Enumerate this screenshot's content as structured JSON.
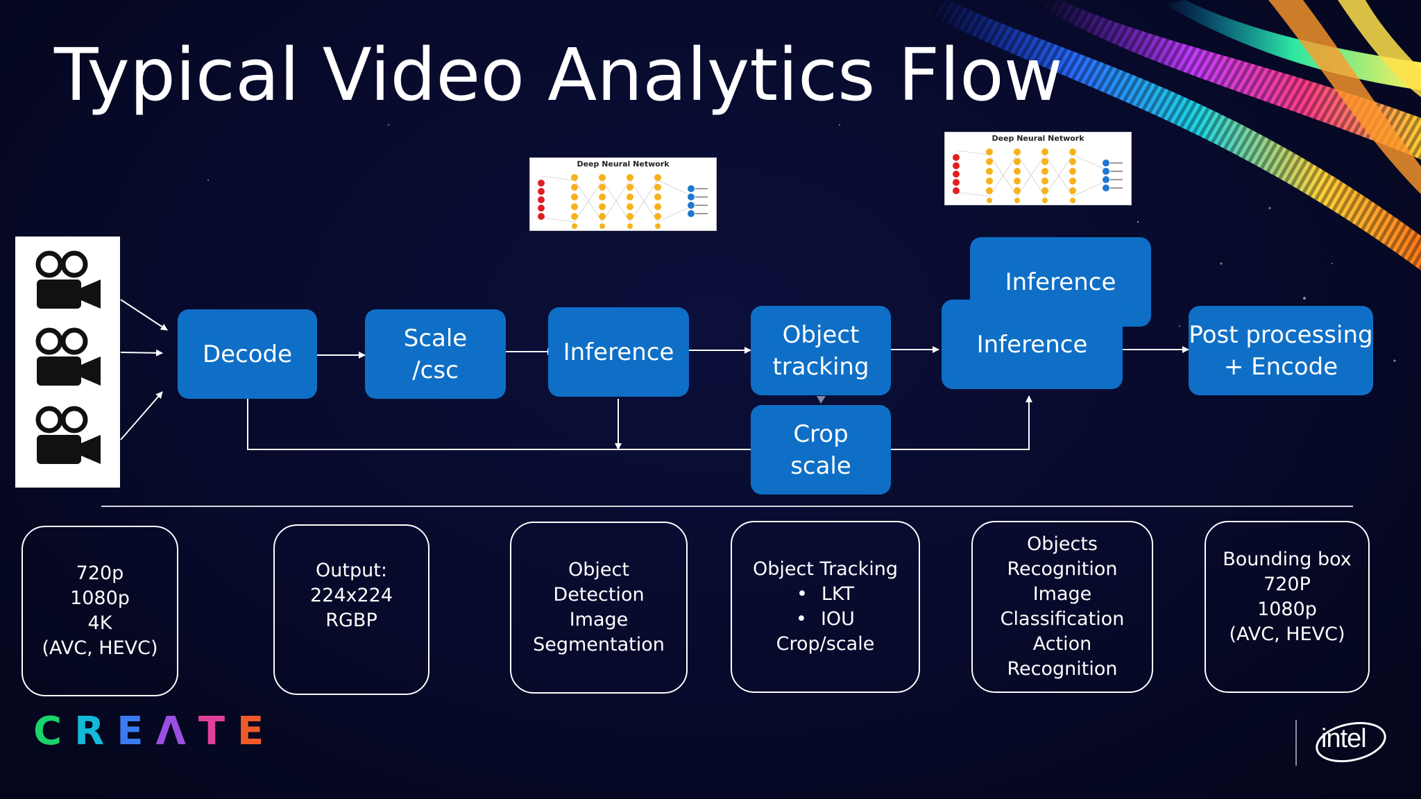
{
  "title": "Typical Video Analytics Flow",
  "dnn_label": "Deep Neural Network",
  "flow": {
    "decode": "Decode",
    "scale": "Scale\n/csc",
    "inference1": "Inference",
    "tracking": "Object\ntracking",
    "inference_back": "Inference",
    "inference_front": "Inference",
    "post": "Post processing\n+ Encode",
    "crop": "Crop\nscale"
  },
  "descriptions": {
    "input": [
      "720p",
      "1080p",
      "4K",
      "(AVC, HEVC)"
    ],
    "output": [
      "Output:",
      "224x224",
      "RGBP"
    ],
    "detection": [
      "Object",
      "Detection",
      "Image",
      "Segmentation"
    ],
    "tracking": {
      "head": "Object Tracking",
      "bullets": [
        "LKT",
        "IOU"
      ],
      "tail": "Crop/scale"
    },
    "recognition": [
      "Objects",
      "Recognition",
      "Image",
      "Classification",
      "Action",
      "Recognition"
    ],
    "encode": [
      "Bounding box",
      "720P",
      "1080p",
      "(AVC, HEVC)"
    ]
  },
  "footer": {
    "create_letters": [
      "C",
      "R",
      "E",
      "Λ",
      "T",
      "E"
    ],
    "create_colors": [
      "#19d36b",
      "#14b8d8",
      "#3a7cf0",
      "#9a4fe0",
      "#e0409a",
      "#f05a2a"
    ],
    "intel_logo": "intel"
  },
  "colors": {
    "box_blue": "#0f6fc6",
    "background": "#070a2a"
  },
  "icons": [
    "video-camera-icon",
    "video-camera-icon",
    "video-camera-icon"
  ]
}
